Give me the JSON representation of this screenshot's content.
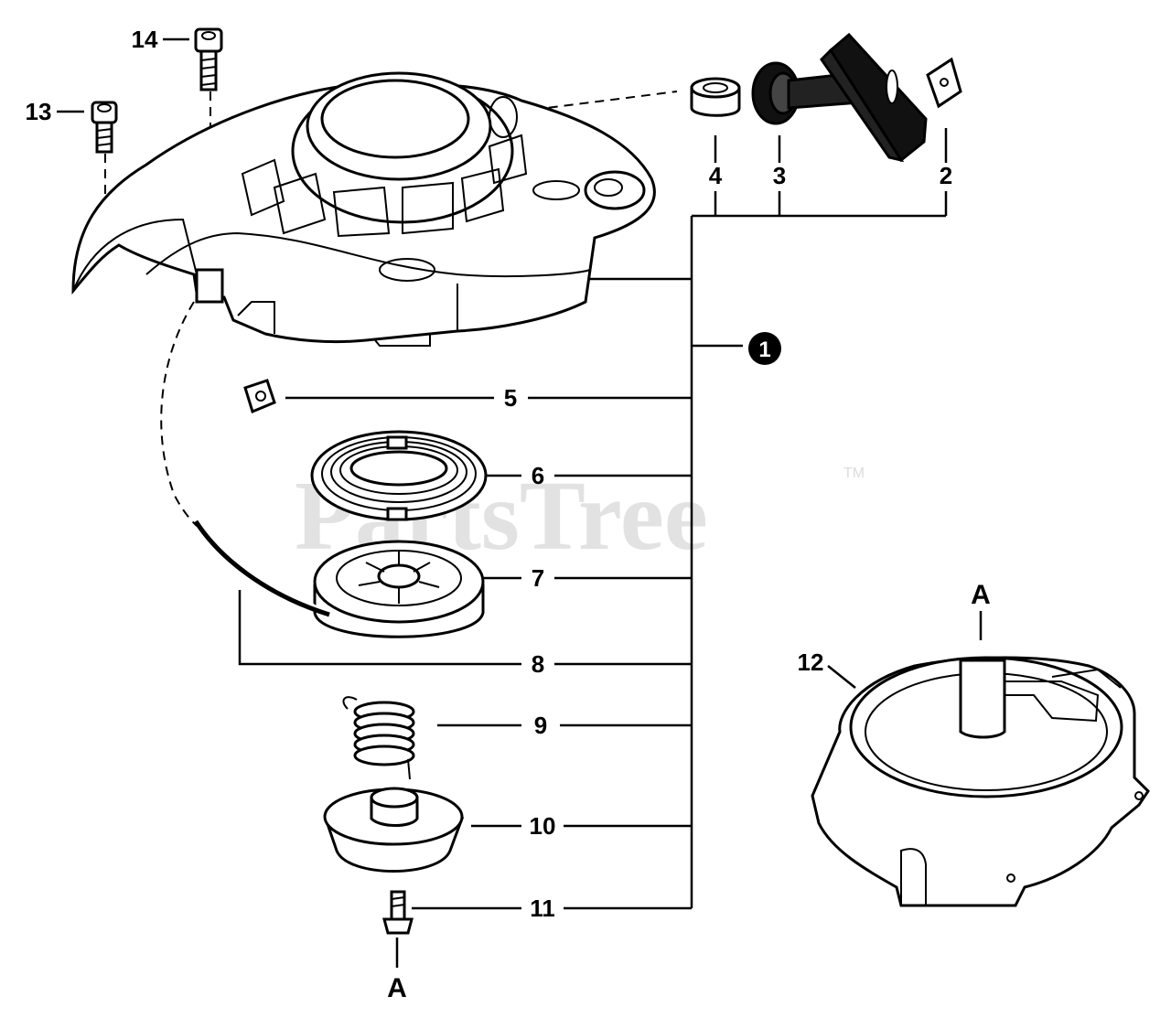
{
  "watermark": {
    "text": "PartsTree",
    "tm": "TM"
  },
  "callouts": {
    "c1": "1",
    "c2": "2",
    "c3": "3",
    "c4": "4",
    "c5": "5",
    "c6": "6",
    "c7": "7",
    "c8": "8",
    "c9": "9",
    "c10": "10",
    "c11": "11",
    "c12": "12",
    "c13": "13",
    "c14": "14"
  },
  "letters": {
    "a_bottom": "A",
    "a_housing": "A"
  }
}
